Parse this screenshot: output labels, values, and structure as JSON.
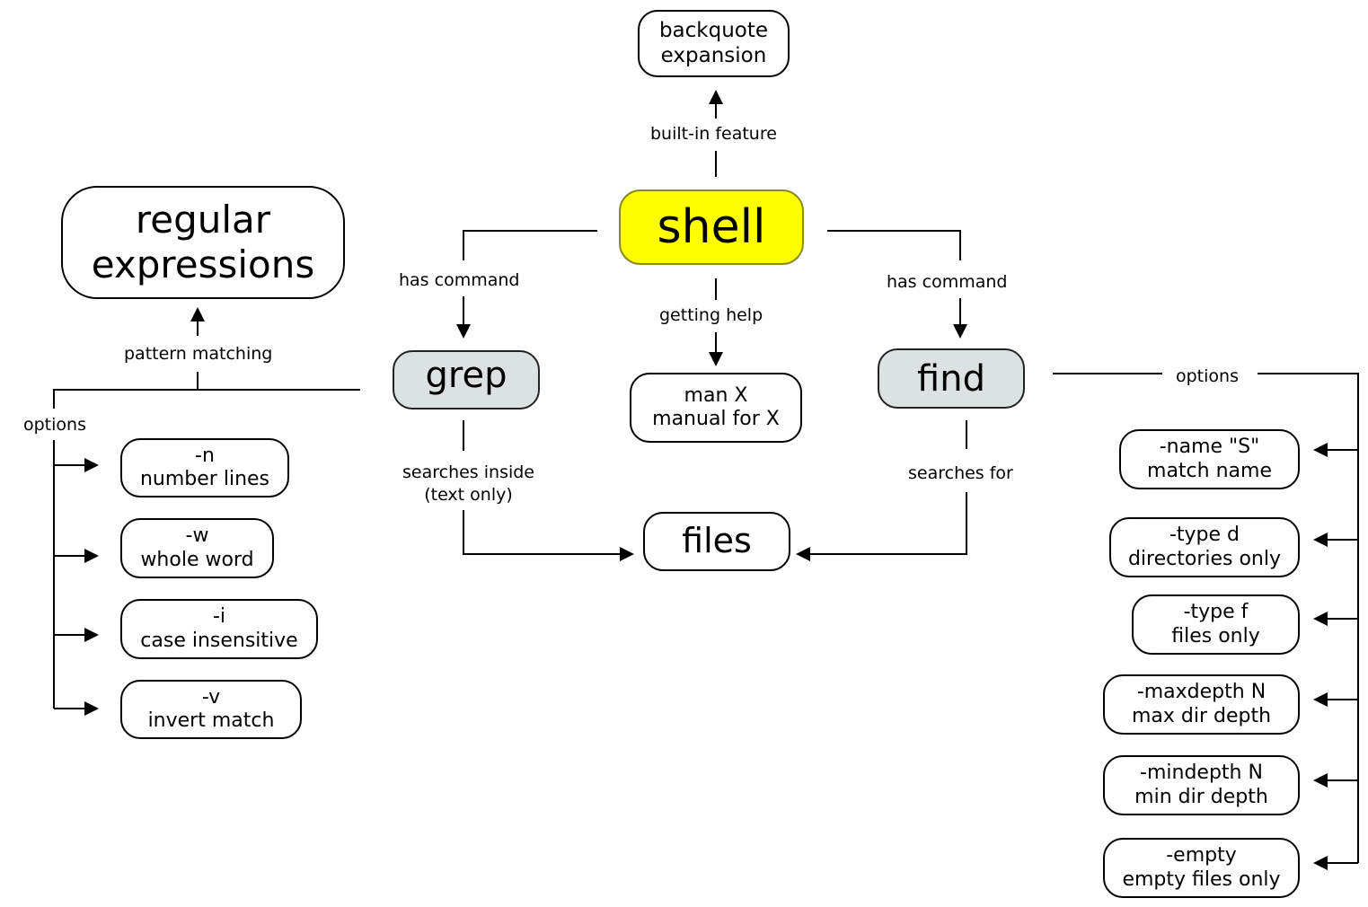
{
  "colors": {
    "shell_fill": "#ffff00",
    "command_fill": "#dce1e2",
    "node_fill": "#ffffff",
    "line": "#000000"
  },
  "nodes": {
    "shell": "shell",
    "backquote": {
      "line1": "backquote",
      "line2": "expansion"
    },
    "regex": {
      "line1": "regular",
      "line2": "expressions"
    },
    "grep": "grep",
    "find": "find",
    "man": {
      "line1": "man X",
      "line2": "manual for X"
    },
    "files": "files",
    "grep_options": [
      {
        "flag": "-n",
        "desc": "number lines"
      },
      {
        "flag": "-w",
        "desc": "whole word"
      },
      {
        "flag": "-i",
        "desc": "case insensitive"
      },
      {
        "flag": "-v",
        "desc": "invert match"
      }
    ],
    "find_options": [
      {
        "flag": "-name \"S\"",
        "desc": "match name"
      },
      {
        "flag": "-type d",
        "desc": "directories only"
      },
      {
        "flag": "-type f",
        "desc": "files only"
      },
      {
        "flag": "-maxdepth N",
        "desc": "max dir depth"
      },
      {
        "flag": "-mindepth N",
        "desc": "min dir depth"
      },
      {
        "flag": "-empty",
        "desc": "empty files only"
      }
    ]
  },
  "edges": {
    "built_in": "built-in feature",
    "has_command_grep": "has command",
    "has_command_find": "has command",
    "getting_help": "getting help",
    "pattern_matching": "pattern matching",
    "grep_options": "options",
    "find_options": "options",
    "searches_inside_1": "searches inside",
    "searches_inside_2": "(text only)",
    "searches_for": "searches for"
  }
}
